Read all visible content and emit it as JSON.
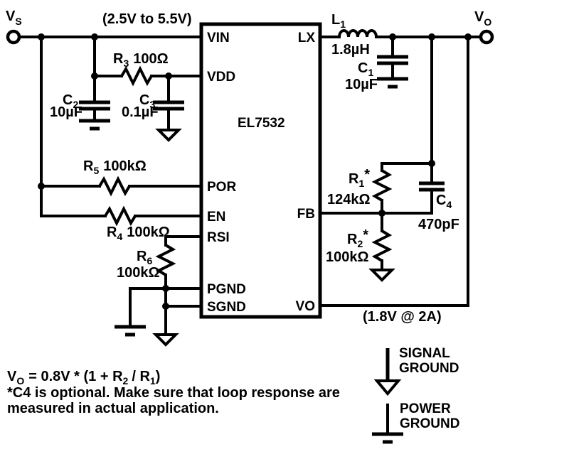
{
  "colors": {
    "ink": "#000000",
    "paper": "#ffffff"
  },
  "terminals": {
    "input": {
      "ref": "V",
      "sub": "S"
    },
    "output": {
      "ref": "V",
      "sub": "O"
    }
  },
  "annotations": {
    "input_range": "(2.5V to 5.5V)",
    "output_spec": "(1.8V @ 2A)"
  },
  "ic": {
    "name": "EL7532",
    "pins_left": [
      "VIN",
      "VDD",
      "POR",
      "EN",
      "RSI",
      "PGND",
      "SGND"
    ],
    "pins_right": [
      "LX",
      "FB",
      "VO"
    ]
  },
  "components": {
    "l1": {
      "ref": "L",
      "sub": "1",
      "value": "1.8µH"
    },
    "c1": {
      "ref": "C",
      "sub": "1",
      "value": "10µF"
    },
    "c2": {
      "ref": "C",
      "sub": "2",
      "value": "10µF"
    },
    "c3": {
      "ref": "C",
      "sub": "3",
      "value": "0.1µF"
    },
    "c4": {
      "ref": "C",
      "sub": "4",
      "value": "470pF"
    },
    "r1": {
      "ref": "R",
      "sub": "1",
      "star": "*",
      "value": "124kΩ"
    },
    "r2": {
      "ref": "R",
      "sub": "2",
      "star": "*",
      "value": "100kΩ"
    },
    "r3": {
      "ref": "R",
      "sub": "3",
      "value": "100Ω"
    },
    "r4": {
      "ref": "R",
      "sub": "4",
      "value": "100kΩ"
    },
    "r5": {
      "ref": "R",
      "sub": "5",
      "value": "100kΩ"
    },
    "r6": {
      "ref": "R",
      "sub": "6",
      "value": "100kΩ"
    }
  },
  "formula": {
    "lhs": "V",
    "lhs_sub": "O",
    "eq": "= 0.8V * (1 + R",
    "num_sub": "2",
    "div": "/ R",
    "den_sub": "1",
    "close": ")"
  },
  "notes": {
    "line1": "*C4 is optional. Make sure that loop response are",
    "line2": "measured in actual application."
  },
  "legend": {
    "signal": {
      "word1": "SIGNAL",
      "word2": "GROUND"
    },
    "power": {
      "word1": "POWER",
      "word2": "GROUND"
    }
  }
}
